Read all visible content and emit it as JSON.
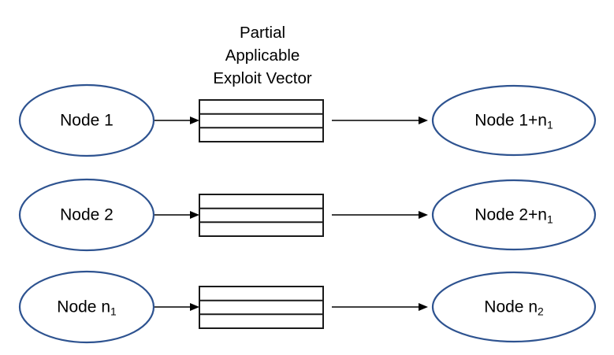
{
  "diagram": {
    "title_lines": [
      "Partial",
      "Applicable",
      "Exploit Vector"
    ],
    "title_full": "Partial Applicable Exploit Vector",
    "colors": {
      "node_stroke": "#2E5390",
      "box_stroke": "#1A1A1A",
      "arrow": "#000000",
      "background": "#FFFFFF",
      "text": "#000000"
    },
    "vector_row_count": 3,
    "rows": [
      {
        "source": {
          "text": "Node 1",
          "base": "Node 1",
          "subscript": ""
        },
        "vector": {
          "name": "partial-applicable-exploit-vector",
          "rows": 3
        },
        "target": {
          "text": "Node 1+n1",
          "base": "Node 1+n",
          "subscript": "1"
        }
      },
      {
        "source": {
          "text": "Node 2",
          "base": "Node 2",
          "subscript": ""
        },
        "vector": {
          "name": "partial-applicable-exploit-vector",
          "rows": 3
        },
        "target": {
          "text": "Node 2+n1",
          "base": "Node 2+n",
          "subscript": "1"
        }
      },
      {
        "source": {
          "text": "Node n1",
          "base": "Node n",
          "subscript": "1"
        },
        "vector": {
          "name": "partial-applicable-exploit-vector",
          "rows": 3
        },
        "target": {
          "text": "Node n2",
          "base": "Node n",
          "subscript": "2"
        }
      }
    ]
  }
}
